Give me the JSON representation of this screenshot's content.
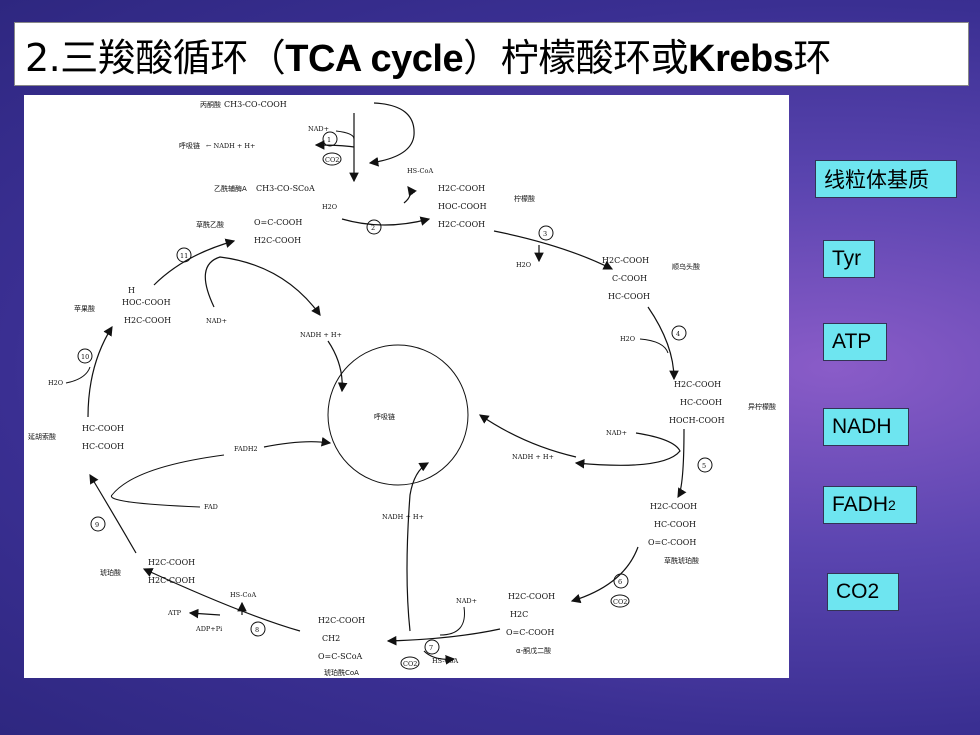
{
  "title": {
    "prefix": "2.三羧酸循环（",
    "tca": "TCA cycle",
    "mid": "）柠檬酸环或",
    "krebs": "Krebs",
    "suffix": "环"
  },
  "side_labels": {
    "matrix": "线粒体基质",
    "tyr": "Tyr",
    "atp": "ATP",
    "nadh": "NADH",
    "fadh2_base": "FADH",
    "fadh2_sub": "2",
    "co2": "CO2"
  },
  "diagram": {
    "pyruvate_label": "丙酮酸",
    "pyruvate_formula": "CH3-CO-COOH",
    "nad_plus": "NAD+",
    "resp_chain": "呼吸链",
    "nadh_h": "← NADH + H+",
    "co2": "CO2",
    "hscoa": "HS-CoA",
    "acetyl_coa_label": "乙酰辅酶A",
    "acetyl_coa_formula": "CH3-CO-SCoA",
    "h2o": "H2O",
    "citrate_label": "柠檬酸",
    "citrate_top": "H2C-COOH",
    "citrate_mid": "HOC-COOH",
    "citrate_bot": "H2C-COOH",
    "oxaloacetate_label": "草酰乙酸",
    "oxaloacetate_top": "O=C-COOH",
    "oxaloacetate_bot": "H2C-COOH",
    "cis_aconitate_label": "顺乌头酸",
    "cis_top": "H2C-COOH",
    "cis_mid": "C-COOH",
    "cis_bot": "HC-COOH",
    "isocitrate_label": "异柠檬酸",
    "iso_top": "H2C-COOH",
    "iso_mid": "HC-COOH",
    "iso_bot": "HOCH-COOH",
    "malate_label": "苹果酸",
    "malate_h": "H",
    "malate_mid": "HOC-COOH",
    "malate_bot": "H2C-COOH",
    "fumarate_label": "延胡索酸",
    "fumarate_top": "HC-COOH",
    "fumarate_bot": "HC-COOH",
    "succinate_label": "琥珀酸",
    "succinate_top": "H2C-COOH",
    "succinate_bot": "H2C-COOH",
    "oxalosuccinate_label": "草酰琥珀酸",
    "oxs_top": "H2C-COOH",
    "oxs_mid": "HC-COOH",
    "oxs_bot": "O=C-COOH",
    "akg_label": "α-酮戊二酸",
    "akg_top": "H2C-COOH",
    "akg_mid": "H2C",
    "akg_bot": "O=C-COOH",
    "succoa_label": "琥珀酰CoA",
    "succoa_top": "H2C-COOH",
    "succoa_mid": "CH2",
    "succoa_bot": "O=C-SCoA",
    "resp_center": "呼吸链",
    "nadh_h_plain": "NADH + H+",
    "fadh2": "FADH2",
    "fad": "FAD",
    "atp": "ATP",
    "adp_pi": "ADP+Pi",
    "hscoa_short": "HS-CoA",
    "steps": [
      "1",
      "2",
      "3",
      "4",
      "5",
      "6",
      "7",
      "8",
      "9",
      "10",
      "11"
    ]
  }
}
